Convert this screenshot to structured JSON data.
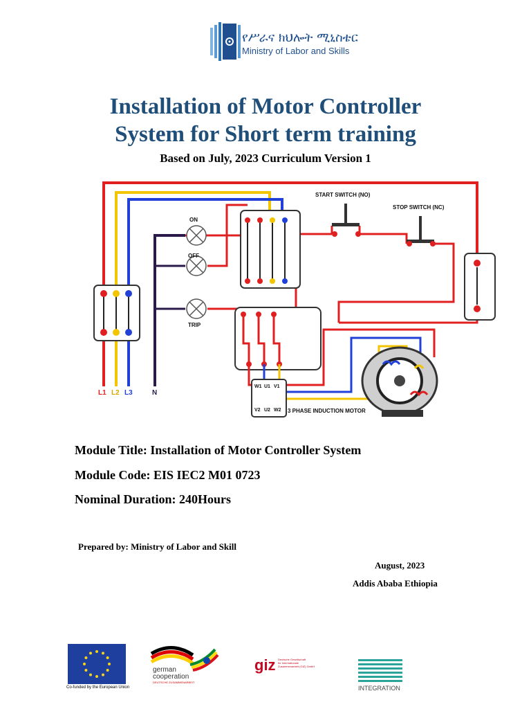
{
  "header": {
    "logo_amharic": "የሥራና ክህሎት ሚኒስቴር",
    "logo_english": "Ministry of Labor and Skills",
    "brand_color": "#1f4f8f"
  },
  "title": {
    "line1": "Installation of Motor Controller",
    "line2": "System for Short term training",
    "subtitle": "Based on July, 2023 Curriculum Version 1",
    "color": "#1f4e79"
  },
  "diagram": {
    "start_switch": "START SWITCH (NO)",
    "stop_switch": "STOP SWITCH (NC)",
    "lamp_on": "ON",
    "lamp_off": "OFF",
    "lamp_trip": "TRIP",
    "motor_label": "3 PHASE INDUCTION MOTOR",
    "lines": [
      "L1",
      "L2",
      "L3",
      "N"
    ],
    "terminal_top": [
      "W1",
      "U1",
      "V1"
    ],
    "terminal_bottom": [
      "V2",
      "U2",
      "W2"
    ]
  },
  "module": {
    "title": "Module Title: Installation of Motor Controller System",
    "code": "Module Code: EIS IEC2 M01 0723",
    "duration": "Nominal Duration: 240Hours"
  },
  "footer": {
    "prepared_by": "Prepared by: Ministry of Labor and Skill",
    "date": "August, 2023",
    "place": "Addis Ababa Ethiopia"
  },
  "partners": {
    "eu_caption": "Co-funded by the European Union",
    "german_coop_1": "german",
    "german_coop_2": "cooperation",
    "german_coop_3": "DEUTSCHE ZUSAMMENARBEIT",
    "giz": "giz",
    "giz_sub1": "Deutsche Gesellschaft",
    "giz_sub2": "für Internationale",
    "giz_sub3": "Zusammenarbeit (GIZ) GmbH",
    "integration": "INTEGRATION"
  }
}
